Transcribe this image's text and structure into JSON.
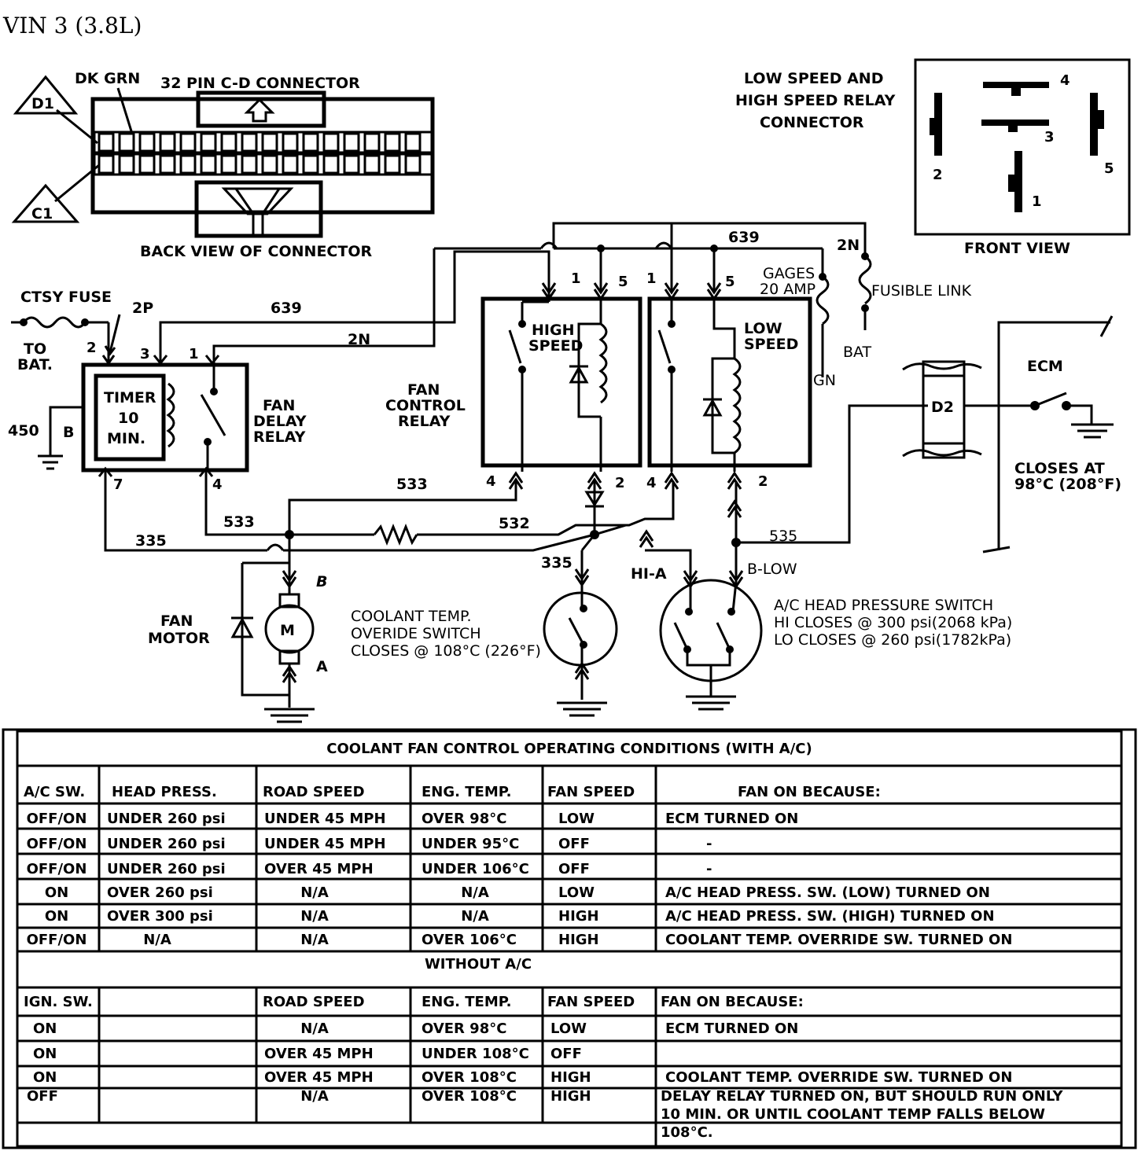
{
  "title": "VIN 3 (3.8L)",
  "connector": {
    "wire_color": "DK GRN",
    "name": "32 PIN C-D CONNECTOR",
    "view": "BACK VIEW OF CONNECTOR",
    "pin_top": "D1",
    "pin_bottom": "C1"
  },
  "relay_connector": {
    "title": [
      "LOW SPEED AND",
      "HIGH SPEED RELAY",
      "CONNECTOR"
    ],
    "view": "FRONT VIEW",
    "pins": [
      "1",
      "2",
      "3",
      "4",
      "5"
    ]
  },
  "labels": {
    "ctsy_fuse": "CTSY FUSE",
    "to_bat": [
      "TO",
      "BAT."
    ],
    "timer": [
      "TIMER",
      "10",
      "MIN."
    ],
    "fan_delay_relay": [
      "FAN",
      "DELAY",
      "RELAY"
    ],
    "fan_control_relay": [
      "FAN",
      "CONTROL",
      "RELAY"
    ],
    "high_speed": [
      "HIGH",
      "SPEED"
    ],
    "low_speed": [
      "LOW",
      "SPEED"
    ],
    "gages": [
      "GAGES",
      "20 AMP"
    ],
    "fusible_link": "FUSIBLE LINK",
    "bat": "BAT",
    "ecm": "ECM",
    "d2": "D2",
    "closes_at": [
      "CLOSES AT",
      "98°C (208°F)"
    ],
    "fan_motor": [
      "FAN",
      "MOTOR"
    ],
    "motor": "M",
    "coolant_switch": [
      "COOLANT TEMP.",
      "OVERIDE SWITCH",
      "CLOSES @ 108°C (226°F)"
    ],
    "ac_switch": [
      "A/C HEAD PRESSURE SWITCH",
      "HI CLOSES @ 300 psi(2068 kPa)",
      "LO CLOSES @ 260 psi(1782kPa)"
    ],
    "hi_a": "HI-A",
    "b_low": "B-LOW",
    "gn": "GN",
    "term_b": "B",
    "term_a": "A"
  },
  "wires": {
    "w2p": "2P",
    "w639": "639",
    "w2n": "2N",
    "w450": "450",
    "w533": "533",
    "w532": "532",
    "w335": "335",
    "w535": "535",
    "circuit_b": "B"
  },
  "pins": {
    "p1": "1",
    "p2": "2",
    "p3": "3",
    "p4": "4",
    "p5": "5",
    "p7": "7"
  },
  "table": {
    "title": "COOLANT FAN CONTROL OPERATING CONDITIONS (WITH A/C)",
    "headers": [
      "A/C SW.",
      "HEAD PRESS.",
      "ROAD SPEED",
      "ENG. TEMP.",
      "FAN SPEED",
      "FAN ON BECAUSE:"
    ],
    "rows": [
      [
        "OFF/ON",
        "UNDER 260 psi",
        "UNDER 45 MPH",
        "OVER 98°C",
        "LOW",
        "ECM TURNED ON"
      ],
      [
        "OFF/ON",
        "UNDER 260 psi",
        "UNDER 45 MPH",
        "UNDER 95°C",
        "OFF",
        "-"
      ],
      [
        "OFF/ON",
        "UNDER 260 psi",
        "OVER 45 MPH",
        "UNDER 106°C",
        "OFF",
        "-"
      ],
      [
        "ON",
        "OVER 260 psi",
        "N/A",
        "N/A",
        "LOW",
        "A/C HEAD PRESS. SW. (LOW) TURNED ON"
      ],
      [
        "ON",
        "OVER 300 psi",
        "N/A",
        "N/A",
        "HIGH",
        "A/C HEAD PRESS. SW. (HIGH) TURNED ON"
      ],
      [
        "OFF/ON",
        "N/A",
        "N/A",
        "OVER 106°C",
        "HIGH",
        "COOLANT TEMP. OVERRIDE SW. TURNED ON"
      ]
    ],
    "subtitle": "WITHOUT A/C",
    "headers2": [
      "IGN. SW.",
      "",
      "ROAD SPEED",
      "ENG. TEMP.",
      "FAN SPEED",
      "FAN ON BECAUSE:"
    ],
    "rows2": [
      [
        "ON",
        "",
        "N/A",
        "OVER 98°C",
        "LOW",
        "ECM TURNED ON"
      ],
      [
        "ON",
        "",
        "OVER 45 MPH",
        "UNDER 108°C",
        "OFF",
        ""
      ],
      [
        "ON",
        "",
        "OVER 45 MPH",
        "OVER 108°C",
        "HIGH",
        "COOLANT TEMP. OVERRIDE SW. TURNED ON"
      ]
    ],
    "last_row": [
      "OFF",
      "",
      "N/A",
      "OVER 108°C",
      "HIGH"
    ],
    "last_note": [
      "DELAY RELAY TURNED ON, BUT SHOULD RUN ONLY",
      "10 MIN. OR UNTIL COOLANT TEMP FALLS BELOW",
      "108°C."
    ]
  }
}
